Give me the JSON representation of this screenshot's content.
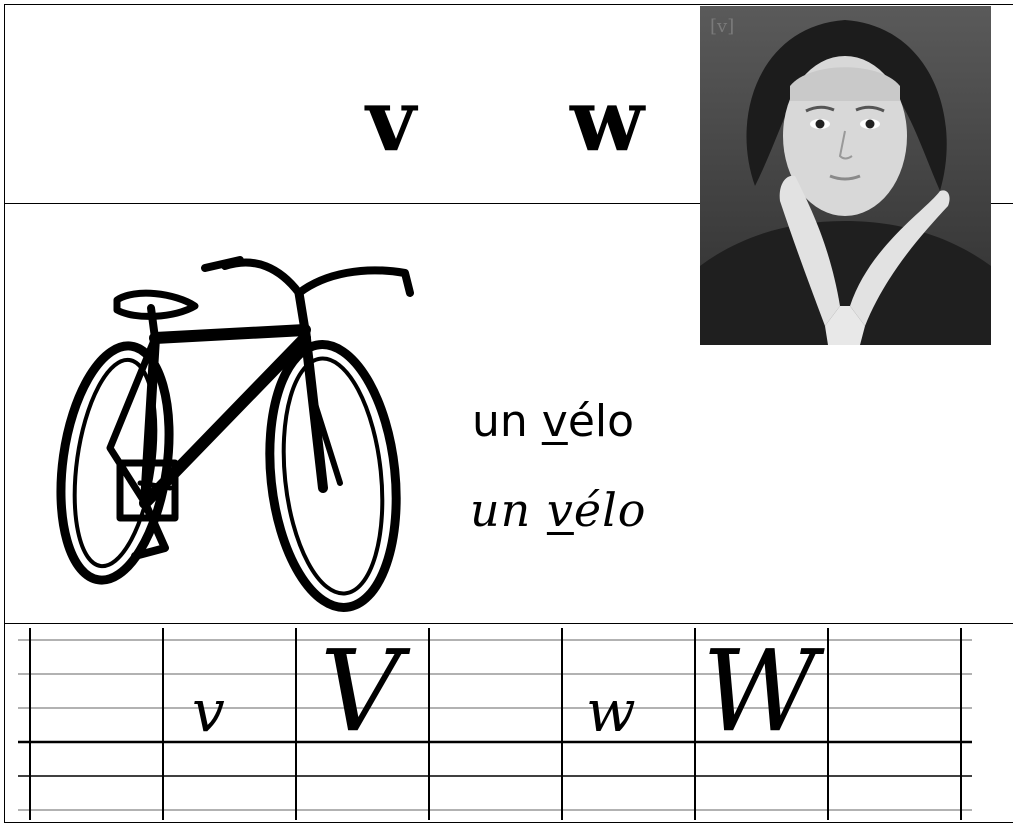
{
  "header": {
    "letter_v": "v",
    "letter_w": "w"
  },
  "photo": {
    "tag": "[v]",
    "icon": "child-mouth-gesture-photo"
  },
  "illustration": {
    "icon": "bicycle-icon"
  },
  "word": {
    "print_prefix": "un ",
    "print_highlight": "v",
    "print_suffix": "élo",
    "cursive_prefix": "un ",
    "cursive_highlight": "v",
    "cursive_suffix": "élo"
  },
  "writing_lines": {
    "small_v": "v",
    "capital_v": "V",
    "small_w": "w",
    "capital_w": "W"
  }
}
